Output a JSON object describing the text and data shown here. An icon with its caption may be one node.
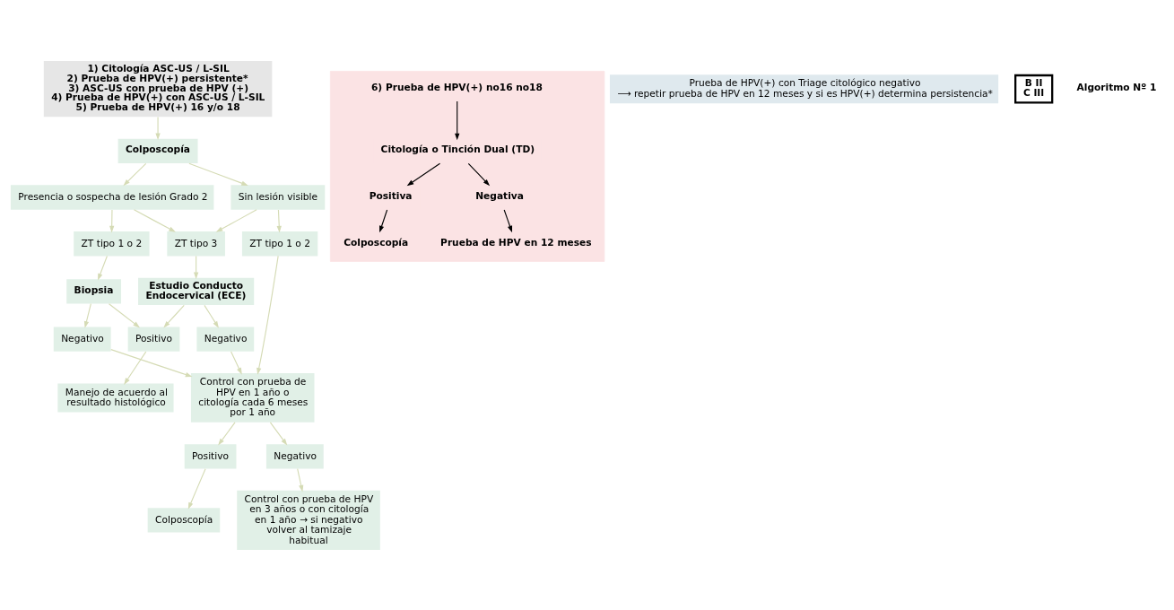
{
  "diagram": {
    "nodes": [
      {
        "text": [
          "1) Citología ASC-US / L-SIL",
          "2) Prueba de HPV(+) persistente*",
          "3) ASC-US con prueba de HPV (+)",
          "4) Prueba de HPV(+) con ASC-US / L-SIL",
          "5) Prueba de HPV(+) 16 y/o 18"
        ]
      },
      {
        "text": [
          "Colposcopía"
        ]
      },
      {
        "text": [
          "Presencia o sospecha de lesión Grado 2"
        ]
      },
      {
        "text": [
          "Sin lesión visible"
        ]
      },
      {
        "text": [
          "ZT tipo 1 o 2"
        ]
      },
      {
        "text": [
          "ZT tipo 3"
        ]
      },
      {
        "text": [
          "ZT tipo 1 o 2"
        ]
      },
      {
        "text": [
          "Biopsia"
        ]
      },
      {
        "text": [
          "Estudio Conducto Endocervical (ECE)"
        ]
      },
      {
        "text": [
          "Negativo"
        ]
      },
      {
        "text": [
          "Positivo"
        ]
      },
      {
        "text": [
          "Negativo"
        ]
      },
      {
        "text": [
          "Control con prueba de HPV en 1 año o citología cada 6 meses por 1 año"
        ]
      },
      {
        "text": [
          "Manejo de acuerdo al resultado histológico"
        ]
      },
      {
        "text": [
          "Positivo"
        ]
      },
      {
        "text": [
          "Negativo"
        ]
      },
      {
        "text": [
          "Colposcopía"
        ]
      },
      {
        "text": [
          "Control con prueba de HPV en 3 años o con citología en 1 año → si negativo volver al tamizaje habitual"
        ]
      },
      {
        "text": [],
        "shape": "box"
      },
      {
        "text": [
          "6) Prueba de HPV(+) no16 no18"
        ],
        "in": 18
      },
      {
        "text": [
          "Citología o Tinción Dual (TD)"
        ],
        "in": 18
      },
      {
        "text": [
          "Positiva"
        ],
        "in": 18
      },
      {
        "text": [
          "Negativa"
        ],
        "in": 18
      },
      {
        "text": [
          "Colposcopía"
        ],
        "in": 18
      },
      {
        "text": [
          "Prueba de HPV en 12 meses"
        ],
        "in": 18
      },
      {
        "text": [
          "Prueba de HPV(+) con Triage citológico negativo",
          "⟶ repetir prueba de HPV en 12 meses y si es HPV(+) determina persistencia*"
        ]
      },
      {
        "text": [
          "B II",
          "C III"
        ]
      }
    ],
    "edges": [
      {
        "from": 0,
        "to": 1,
        "arrow": "to"
      },
      {
        "from": 1,
        "to": 2,
        "arrow": "to"
      },
      {
        "from": 1,
        "to": 3,
        "arrow": "to"
      },
      {
        "from": 2,
        "to": 4,
        "arrow": "to"
      },
      {
        "from": 2,
        "to": 5,
        "arrow": "to"
      },
      {
        "from": 3,
        "to": 5,
        "arrow": "to"
      },
      {
        "from": 3,
        "to": 6,
        "arrow": "to"
      },
      {
        "from": 4,
        "to": 7,
        "arrow": "to"
      },
      {
        "from": 7,
        "to": 9,
        "arrow": "to"
      },
      {
        "from": 7,
        "to": 10,
        "arrow": "to"
      },
      {
        "from": 5,
        "to": 8,
        "arrow": "to"
      },
      {
        "from": 8,
        "to": 10,
        "arrow": "to"
      },
      {
        "from": 8,
        "to": 11,
        "arrow": "to"
      },
      {
        "from": 6,
        "to": 12,
        "arrow": "to"
      },
      {
        "from": 11,
        "to": 12,
        "arrow": "to"
      },
      {
        "from": 9,
        "to": 12,
        "arrow": "to"
      },
      {
        "from": 10,
        "to": 13,
        "arrow": "to"
      },
      {
        "from": 12,
        "to": 14,
        "arrow": "to"
      },
      {
        "from": 12,
        "to": 15,
        "arrow": "to"
      },
      {
        "from": 14,
        "to": 16,
        "arrow": "to"
      },
      {
        "from": 15,
        "to": 17,
        "arrow": "to"
      },
      {
        "from": 19,
        "to": 20,
        "arrow": "to",
        "color": "#000000"
      },
      {
        "from": 20,
        "to": 21,
        "arrow": "to",
        "color": "#000000"
      },
      {
        "from": 20,
        "to": 22,
        "arrow": "to",
        "color": "#000000"
      },
      {
        "from": 21,
        "to": 23,
        "arrow": "to",
        "color": "#000000"
      },
      {
        "from": 22,
        "to": 24,
        "arrow": "to",
        "color": "#000000"
      }
    ],
    "labels": [
      "Algoritmo Nº 1"
    ]
  }
}
